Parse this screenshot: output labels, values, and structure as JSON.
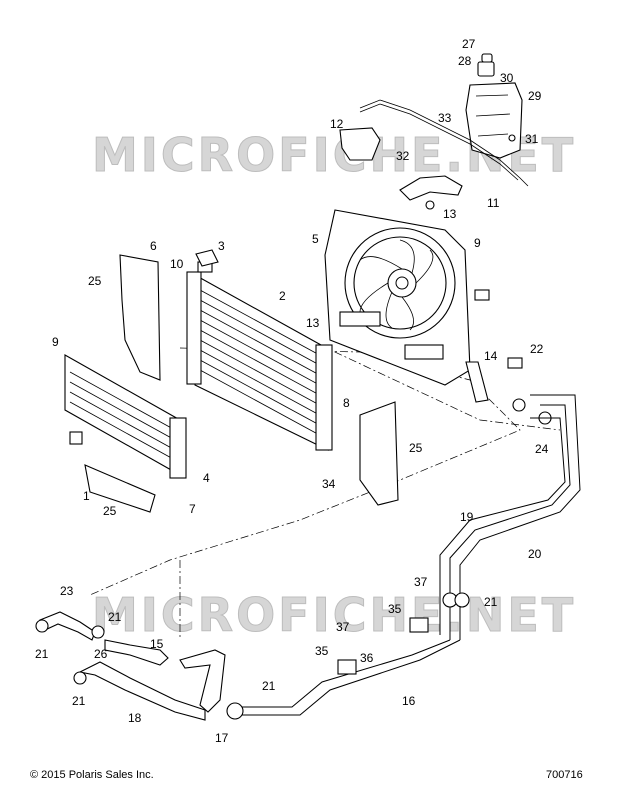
{
  "watermarks": [
    "MICROFICHE.NET",
    "MICROFICHE.NET"
  ],
  "parts": [
    "27",
    "28",
    "30",
    "29",
    "33",
    "12",
    "31",
    "32",
    "11",
    "13",
    "5",
    "9",
    "6",
    "3",
    "10",
    "2",
    "25",
    "13",
    "9",
    "14",
    "22",
    "8",
    "4",
    "24",
    "25",
    "34",
    "1",
    "7",
    "25",
    "19",
    "20",
    "37",
    "21",
    "35",
    "23",
    "21",
    "21",
    "15",
    "37",
    "26",
    "35",
    "36",
    "21",
    "18",
    "16",
    "21",
    "17"
  ],
  "footer": {
    "copyright": "© 2015 Polaris Sales Inc.",
    "diagram_id": "700716"
  }
}
